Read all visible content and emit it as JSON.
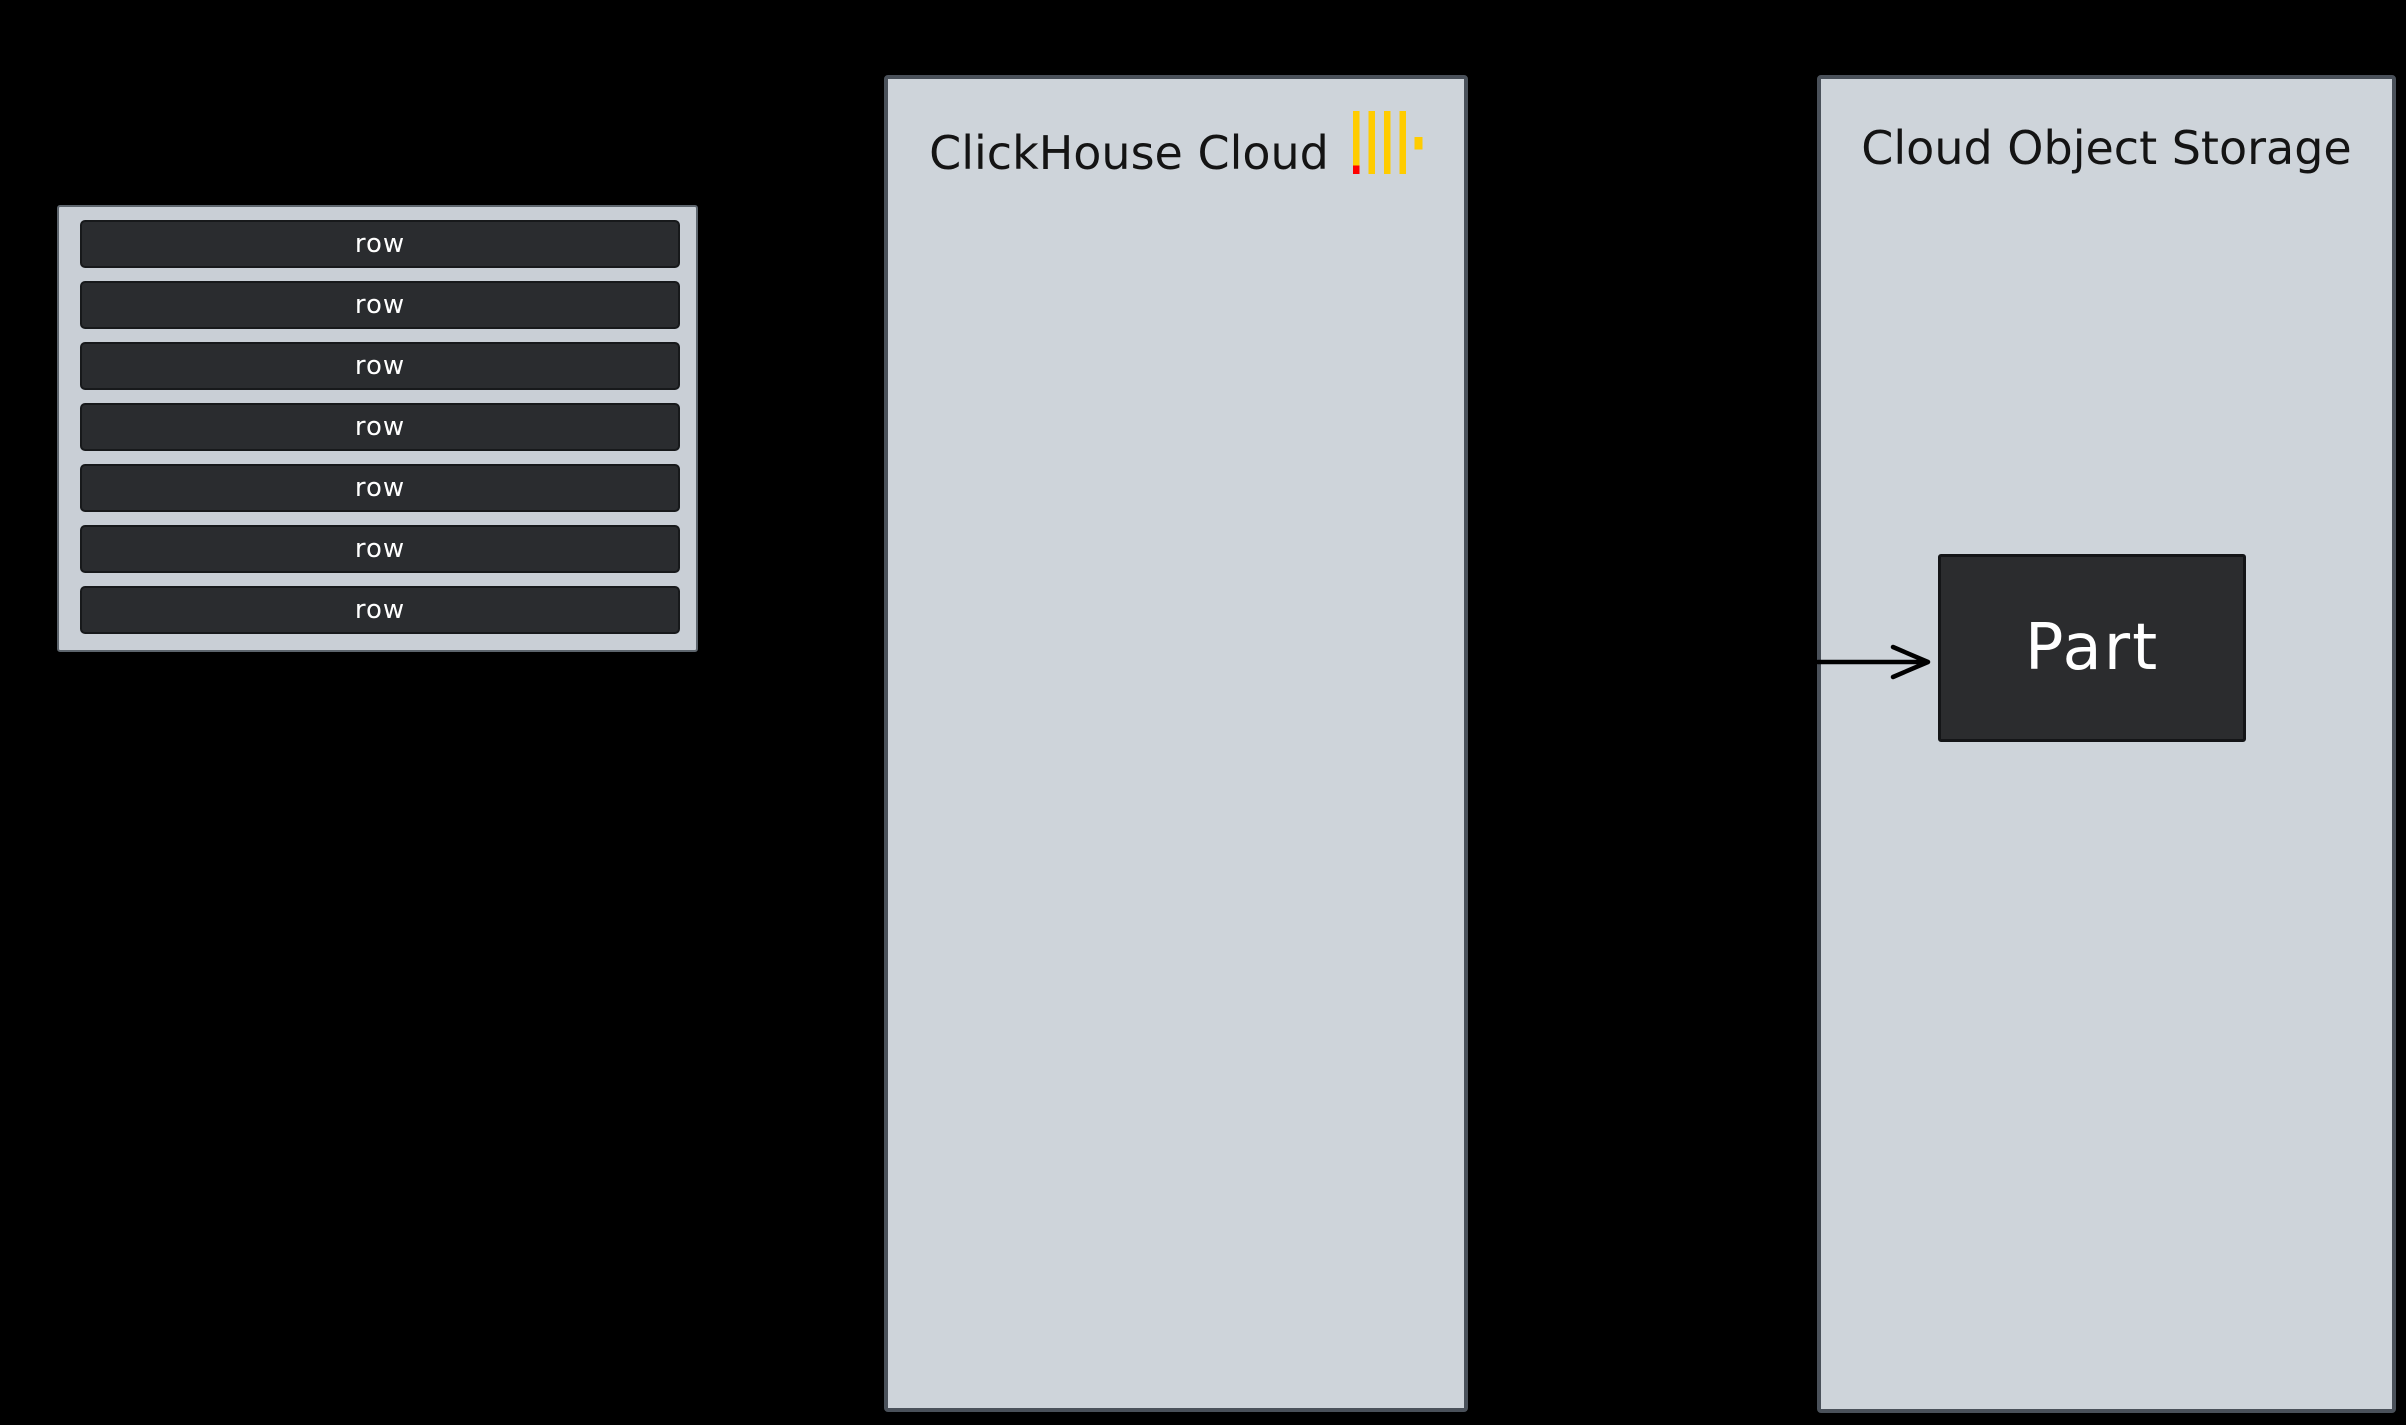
{
  "diagram": {
    "background": "#000000",
    "colors": {
      "panel_fill": "#ced4da",
      "panel_border": "#4a515a",
      "rows_container_fill": "#c9cfd6",
      "row_fill": "#2a2c2f",
      "row_text": "#ffffff",
      "part_fill": "#2b2c2e",
      "part_text": "#ffffff",
      "title_text": "#141414",
      "logo_yellow": "#ffcc00",
      "logo_red": "#ff0000",
      "arrow": "#000000"
    },
    "rows_table": {
      "rows": [
        {
          "label": "row"
        },
        {
          "label": "row"
        },
        {
          "label": "row"
        },
        {
          "label": "row"
        },
        {
          "label": "row"
        },
        {
          "label": "row"
        },
        {
          "label": "row"
        }
      ]
    },
    "clickhouse_panel": {
      "title": "ClickHouse Cloud",
      "logo_icon": "clickhouse-logo"
    },
    "storage_panel": {
      "title": "Cloud Object Storage",
      "part_label": "Part",
      "arrow_icon": "right-arrow"
    }
  }
}
